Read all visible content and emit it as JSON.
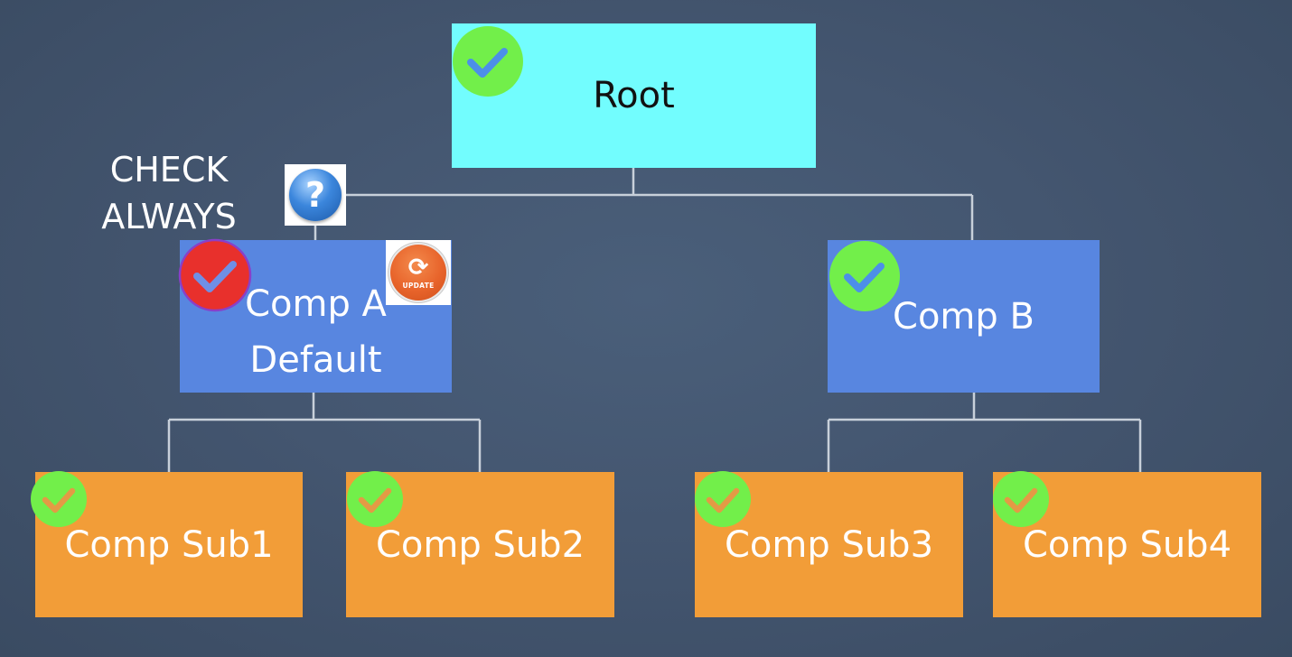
{
  "colors": {
    "background": "#445670",
    "root_fill": "#72fdfe",
    "component_fill": "#5886e0",
    "sub_fill": "#f29d38",
    "connector": "#c8d0da",
    "ok_badge": "#72ef4a",
    "error_badge": "#e8302c"
  },
  "nodes": {
    "root": {
      "label": "Root",
      "status_icon": "green-check-icon"
    },
    "comp_a": {
      "line1": "Comp A",
      "line2": "Default",
      "status_icon": "red-check-icon",
      "action_icon": "update-icon"
    },
    "comp_b": {
      "label": "Comp B",
      "status_icon": "green-check-icon"
    },
    "sub1": {
      "label": "Comp Sub1",
      "status_icon": "green-check-icon"
    },
    "sub2": {
      "label": "Comp Sub2",
      "status_icon": "green-check-icon"
    },
    "sub3": {
      "label": "Comp Sub3",
      "status_icon": "green-check-icon"
    },
    "sub4": {
      "label": "Comp Sub4",
      "status_icon": "green-check-icon"
    }
  },
  "annotation": {
    "line1": "CHECK",
    "line2": "ALWAYS",
    "icon": "question-icon",
    "question_glyph": "?"
  },
  "update_badge": {
    "glyph": "⟳",
    "text": "UPDATE"
  }
}
